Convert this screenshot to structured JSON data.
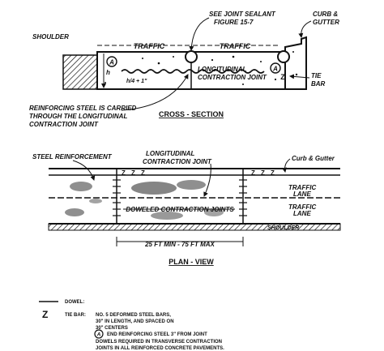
{
  "cross_section": {
    "title": "CROSS - SECTION",
    "labels": {
      "shoulder": "SHOULDER",
      "traffic_left": "TRAFFIC",
      "traffic_right": "TRAFFIC",
      "see_joint_sealant_1": "SEE JOINT SEALANT",
      "see_joint_sealant_2": "FIGURE 15-7",
      "curb_gutter_1": "CURB &",
      "curb_gutter_2": "GUTTER",
      "tie_bar_1": "TIE",
      "tie_bar_2": "BAR",
      "h": "h",
      "h_over_4": "h/4 + 1\"",
      "long_joint_1": "LONGITUDINAL",
      "long_joint_2": "CONTRACTION JOINT",
      "reinforcing_1": "REINFORCING STEEL IS CARRIED",
      "reinforcing_2": "THROUGH THE LONGITUDINAL",
      "reinforcing_3": "CONTRACTION JOINT",
      "marker": "A",
      "tie_symbol": "Z"
    }
  },
  "plan_view": {
    "title": "PLAN - VIEW",
    "labels": {
      "steel_reinforcement": "STEEL REINFORCEMENT",
      "long_joint_1": "LONGITUDINAL",
      "long_joint_2": "CONTRACTION JOINT",
      "curb_gutter": "Curb & Gutter",
      "traffic_lane_1a": "TRAFFIC",
      "traffic_lane_1b": "LANE",
      "traffic_lane_2a": "TRAFFIC",
      "traffic_lane_2b": "LANE",
      "doweled": "DOWELED CONTRACTION JOINTS",
      "shoulder": "SHOULDER",
      "spacing": "25 FT MIN - 75 FT MAX",
      "tie_symbol": "Z"
    }
  },
  "legend": {
    "dowel": "DOWEL:",
    "tie_bar_key": "TIE BAR:",
    "tie_bar_text_1": "NO. 5 DEFORMED STEEL BARS,",
    "tie_bar_text_2": "30\" IN LENGTH, AND SPACED ON",
    "tie_bar_text_3": "30\" CENTERS",
    "a_text": "END REINFORCING STEEL 3\" FROM JOINT",
    "note_1": "DOWELS REQUIRED IN TRANSVERSE CONTRACTION",
    "note_2": "JOINTS IN ALL REINFORCED CONCRETE PAVEMENTS.",
    "tie_symbol": "Z",
    "marker": "A"
  }
}
